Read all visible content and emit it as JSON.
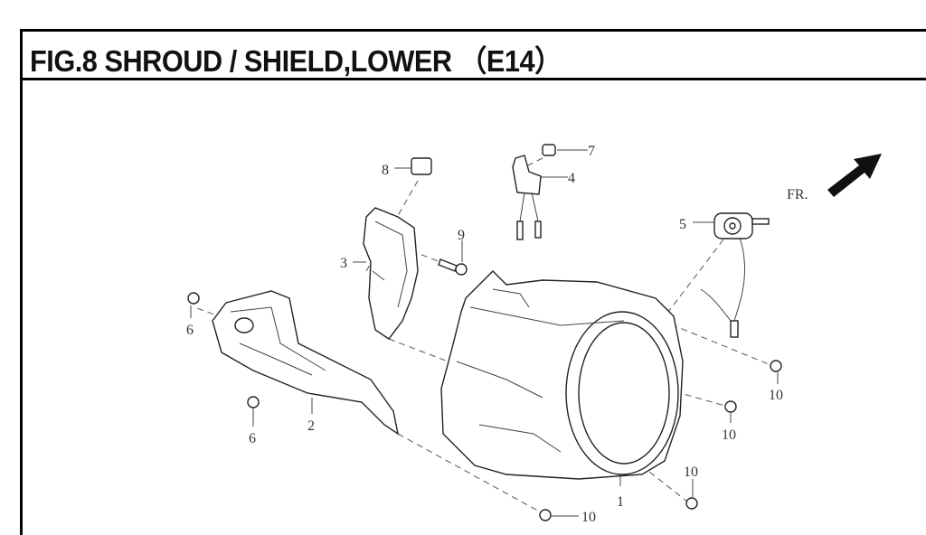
{
  "title": "FIG.8 SHROUD / SHIELD,LOWER （E14）",
  "direction_label": "FR.",
  "callouts": [
    "1",
    "2",
    "3",
    "4",
    "5",
    "6",
    "6",
    "7",
    "8",
    "9",
    "10",
    "10",
    "10",
    "10"
  ]
}
